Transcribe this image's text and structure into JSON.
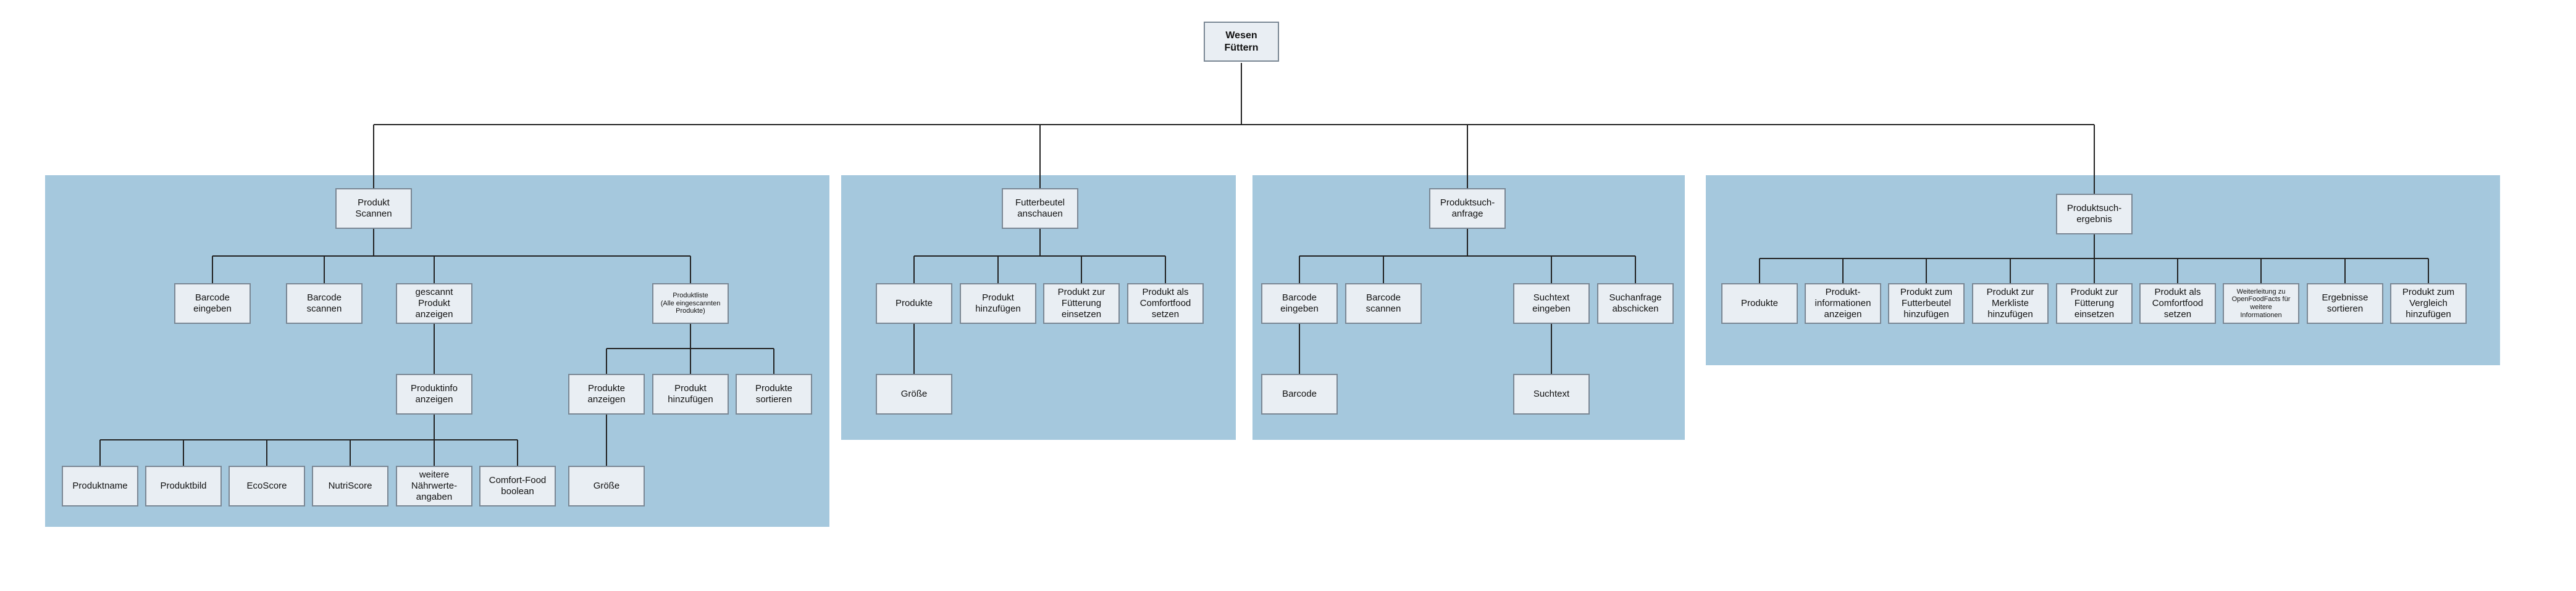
{
  "diagram": {
    "root": "Wesen Füttern",
    "groups": [
      {
        "title": "Produkt\nScannen",
        "children": [
          {
            "label": "Barcode\neingeben"
          },
          {
            "label": "Barcode\nscannen"
          },
          {
            "label": "gescannt\nProdukt\nanzeigen",
            "children": [
              {
                "label": "Produktinfo\nanzeigen",
                "children": [
                  "Produktname",
                  "Produktbild",
                  "EcoScore",
                  "NutriScore",
                  "weitere\nNährwerte-\nangaben",
                  "Comfort-Food\nboolean"
                ]
              }
            ]
          },
          {
            "label": "Produktliste\n(Alle eingescannten\nProdukte)",
            "children": [
              {
                "label": "Produkte\nanzeigen",
                "children": [
                  "Größe"
                ]
              },
              {
                "label": "Produkt\nhinzufügen"
              },
              {
                "label": "Produkte\nsortieren"
              }
            ]
          }
        ]
      },
      {
        "title": "Futterbeutel\nanschauen",
        "children": [
          {
            "label": "Produkte",
            "children": [
              "Größe"
            ]
          },
          {
            "label": "Produkt\nhinzufügen"
          },
          {
            "label": "Produkt zur\nFütterung\neinsetzen"
          },
          {
            "label": "Produkt als\nComfortfood\nsetzen"
          }
        ]
      },
      {
        "title": "Produktsuch-\nanfrage",
        "children": [
          {
            "label": "Barcode\neingeben",
            "children": [
              "Barcode"
            ]
          },
          {
            "label": "Barcode\nscannen"
          },
          {
            "label": "Suchtext\neingeben",
            "children": [
              "Suchtext"
            ]
          },
          {
            "label": "Suchanfrage\nabschicken"
          }
        ]
      },
      {
        "title": "Produktsuch-\nergebnis",
        "children": [
          {
            "label": "Produkte"
          },
          {
            "label": "Produkt-\ninformationen\nanzeigen"
          },
          {
            "label": "Produkt zum\nFutterbeutel\nhinzufügen"
          },
          {
            "label": "Produkt zur\nMerkliste\nhinzufügen"
          },
          {
            "label": "Produkt zur\nFütterung\neinsetzen"
          },
          {
            "label": "Produkt als\nComfortfood\nsetzen"
          },
          {
            "label": "Weiterleitung zu\nOpenFoodFacts für\nweitere\nInformationen"
          },
          {
            "label": "Ergebnisse\nsortieren"
          },
          {
            "label": "Produkt zum\nVergleich\nhinzufügen"
          }
        ]
      }
    ]
  },
  "colors": {
    "panel": "#a5c8dd",
    "node_fill": "#e9eef3",
    "node_border": "#7a8794",
    "connector": "#222222"
  }
}
